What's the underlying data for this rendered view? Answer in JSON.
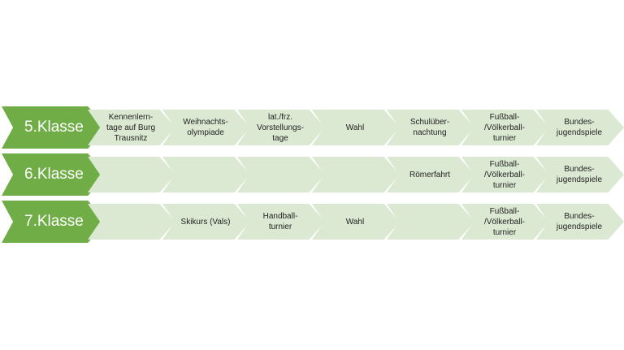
{
  "rows": [
    {
      "label": "5.Klasse",
      "steps": [
        "Kennenlern-\ntage auf Burg\nTrausnitz",
        "Weihnachts-\nolympiade",
        "lat./frz.\nVorstellungs-\ntage",
        "Wahl",
        "Schulüber-\nnachtung",
        "Fußball-\n/Völkerball-\nturnier",
        "Bundes-\njugendspiele"
      ]
    },
    {
      "label": "6.Klasse",
      "steps": [
        "",
        "",
        "",
        "",
        "Römerfahrt",
        "Fußball-\n/Völkerball-\nturnier",
        "Bundes-\njugendspiele"
      ]
    },
    {
      "label": "7.Klasse",
      "steps": [
        "",
        "Skikurs (Vals)",
        "Handball-\nturnier",
        "Wahl",
        "",
        "Fußball-\n/Völkerball-\nturnier",
        "Bundes-\njugendspiele"
      ]
    }
  ]
}
